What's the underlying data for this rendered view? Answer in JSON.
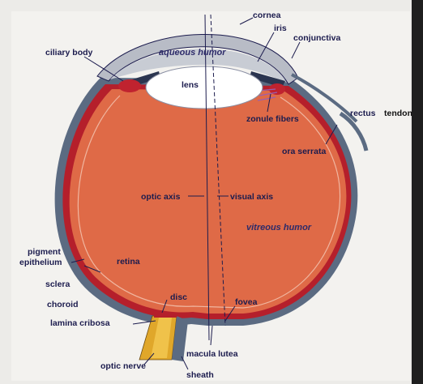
{
  "labels": {
    "cornea": "cornea",
    "iris": "iris",
    "conjunctiva": "conjunctiva",
    "ciliary_body": "ciliary body",
    "aqueous_humor": "aqueous humor",
    "lens": "lens",
    "zonule_fibers": "zonule fibers",
    "rectus": "rectus",
    "tendons": "tendons",
    "ora_serrata": "ora serrata",
    "optic_axis": "optic axis",
    "visual_axis": "visual axis",
    "vitreous_humor": "vitreous humor",
    "pigment": "pigment",
    "epithelium": "epithelium",
    "retina": "retina",
    "sclera": "sclera",
    "choroid": "choroid",
    "disc": "disc",
    "fovea": "fovea",
    "lamina_cribosa": "lamina cribosa",
    "optic_nerve": "optic nerve",
    "macula_lutea": "macula lutea",
    "sheath": "sheath"
  },
  "colors": {
    "vitreous": "#df6a47",
    "sclera": "#5b6b82",
    "choroid": "#b51f2b",
    "aqueous": "#c8ccd4",
    "lens": "#ffffff",
    "nerve": "#e0a72a",
    "labels": "#1c1c4e"
  }
}
